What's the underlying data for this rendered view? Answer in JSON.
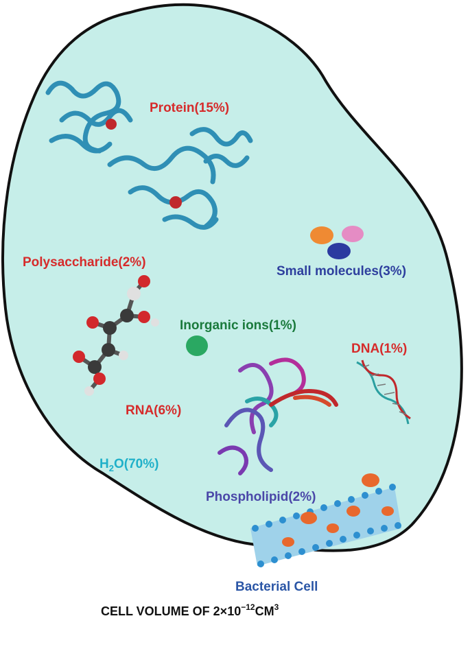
{
  "diagram": {
    "components": [
      {
        "id": "protein",
        "label": "Protein(15%)",
        "color": "#d62b2b"
      },
      {
        "id": "polysaccharide",
        "label": "Polysaccharide(2%)",
        "color": "#d62b2b"
      },
      {
        "id": "small_molecules",
        "label": "Small molecules(3%)",
        "color": "#2e3f9e"
      },
      {
        "id": "inorganic_ions",
        "label": "Inorganic ions(1%)",
        "color": "#1a7a3c"
      },
      {
        "id": "dna",
        "label": "DNA(1%)",
        "color": "#d62b2b"
      },
      {
        "id": "rna",
        "label": "RNA(6%)",
        "color": "#d62b2b"
      },
      {
        "id": "phospholipid",
        "label": "Phospholipid(2%)",
        "color": "#4a47a8"
      }
    ],
    "water": {
      "prefix": "H",
      "subscript": "2",
      "suffix": "O(70%)",
      "color": "#1fb0c9"
    },
    "cell_label": {
      "text": "Bacterial Cell",
      "color": "#2b56a6"
    },
    "volume_caption": {
      "prefix": "CELL VOLUME OF 2×10",
      "exponent": "−12",
      "unit": "CM",
      "unit_exponent": "3"
    },
    "cell_fill": "#c6eee9",
    "cell_outline": "#111111"
  }
}
